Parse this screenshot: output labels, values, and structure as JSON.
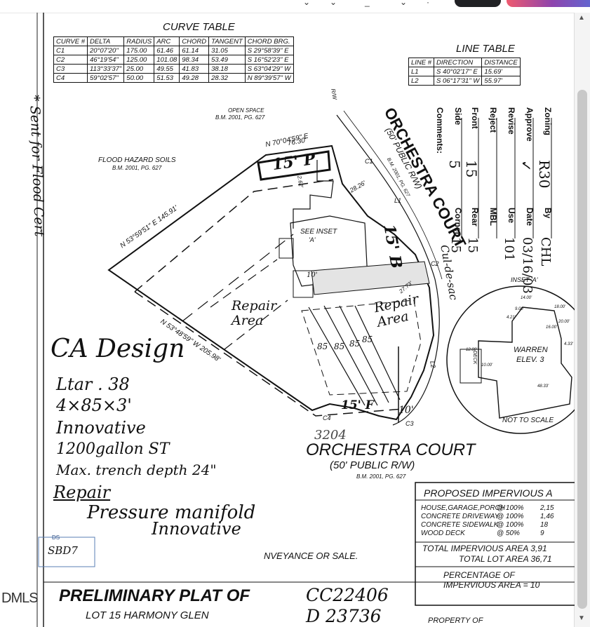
{
  "curve_table": {
    "title": "CURVE TABLE",
    "headers": [
      "CURVE #",
      "DELTA",
      "RADIUS",
      "ARC",
      "CHORD",
      "TANGENT",
      "CHORD BRG."
    ],
    "rows": [
      [
        "C1",
        "20°07'20\"",
        "175.00",
        "61.46",
        "61.14",
        "31.05",
        "S 29°58'39\" E"
      ],
      [
        "C2",
        "46°19'54\"",
        "125.00",
        "101.08",
        "98.34",
        "53.49",
        "S 16°52'23\" E"
      ],
      [
        "C3",
        "113°33'37\"",
        "25.00",
        "49.55",
        "41.83",
        "38.18",
        "S 63°04'29\" W"
      ],
      [
        "C4",
        "59°02'57\"",
        "50.00",
        "51.53",
        "49.28",
        "28.32",
        "N 89°39'57\" W"
      ]
    ]
  },
  "line_table": {
    "title": "LINE TABLE",
    "headers": [
      "LINE #",
      "DIRECTION",
      "DISTANCE"
    ],
    "rows": [
      [
        "L1",
        "S 40°02'17\" E",
        "15.69'"
      ],
      [
        "L2",
        "S 06°17'31\" W",
        "55.97'"
      ]
    ]
  },
  "stamp": {
    "rows": [
      {
        "label": "Zoning",
        "value": "R30"
      },
      {
        "label": "Approve",
        "value": "✓"
      },
      {
        "label": "Revise",
        "value": ""
      },
      {
        "label": "Reject",
        "value": ""
      },
      {
        "label": "Front",
        "value": "15"
      },
      {
        "label": "Side",
        "value": "5"
      },
      {
        "label": "Comments:",
        "value": ""
      }
    ],
    "right_rows": [
      {
        "label": "By",
        "value": "CHL"
      },
      {
        "label": "Date",
        "value": "03/16/03"
      },
      {
        "label": "Use",
        "value": "101"
      },
      {
        "label": "MBL",
        "value": ""
      },
      {
        "label": "Rear",
        "value": "15"
      },
      {
        "label": "Corner",
        "value": "15"
      }
    ]
  },
  "plat_labels": {
    "open_space": "OPEN SPACE",
    "open_space_ref": "B.M. 2001, PG. 627",
    "flood_soils": "FLOOD HAZARD SOILS",
    "flood_soils_ref": "B.M. 2001, PG. 627",
    "north_bearing": "N 70°04'59\" E",
    "north_distance": "76.30'",
    "west_bearing": "N 53°59'51\" E 145.91'",
    "south_bearing": "N 53°48'59\" W 205.98'",
    "rw": "R/W",
    "street_vertical": "ORCHESTRA COURT",
    "street_vertical_sub": "(50' PUBLIC R/W)",
    "street_vertical_ref": "B.M. 2001, PG. 627",
    "see_inset": "SEE INSET",
    "inset_letter": "'A'",
    "dim_262": "2.62'",
    "dim_2826": "28.26'",
    "dim_2773": "27.73'",
    "label_c1": "C1",
    "label_c2": "C2",
    "label_c3": "C3",
    "label_c4": "C4",
    "label_l1": "L1",
    "label_l2": "L2",
    "street_main": "ORCHESTRA COURT",
    "street_main_sub": "(50' PUBLIC R/W)",
    "street_main_ref": "B.M. 2001, PG. 627",
    "house_number": "3204",
    "vertical_note": "* Sent for Flood Cert"
  },
  "handwriting": {
    "fifteen_p": "15' P",
    "fifteen_b": "15' B",
    "fifteen_f": "15' F",
    "ten_a": "10'",
    "ten_b": "10'",
    "repair_left": "Repair Area",
    "repair_right": "Repair Area",
    "trench_labels": [
      "85",
      "85",
      "85",
      "85"
    ],
    "cul_de_sac": "Cul-de-sac",
    "ca_design": "CA Design",
    "ltar": "Ltar . 38",
    "trench_spec": "4×85×3'",
    "innovative": "Innovative",
    "tank": "1200gallon ST",
    "max_trench": "Max. trench depth 24\"",
    "repair_title": "Repair",
    "pressure": "Pressure manifold",
    "innovative2": "Innovative",
    "ds": "DS",
    "initials": "SBD7",
    "plat_number": "CC22406",
    "plat_number2": "D 23736"
  },
  "inset": {
    "title": "INSET 'A'",
    "house_name": "WARREN",
    "elev": "ELEV. 3",
    "deck": "DECK",
    "scale": "NOT TO SCALE",
    "dims": [
      "14.00'",
      "9.00'",
      "4.21'",
      "18.00'",
      "20.00'",
      "12.00'",
      "10.00'",
      "4.33'",
      "48.33'",
      "16.00'"
    ]
  },
  "impervious": {
    "title": "PROPOSED IMPERVIOUS A",
    "rows": [
      {
        "item": "HOUSE,GARAGE,PORCH",
        "pct": "@ 100%",
        "val": "2,15"
      },
      {
        "item": "CONCRETE DRIVEWAY",
        "pct": "@ 100%",
        "val": "1,46"
      },
      {
        "item": "CONCRETE SIDEWALK",
        "pct": "@ 100%",
        "val": "18"
      },
      {
        "item": "WOOD DECK",
        "pct": "@ 50%",
        "val": "9"
      }
    ],
    "total_impervious": "TOTAL IMPERVIOUS AREA 3,91",
    "total_lot": "TOTAL LOT AREA 36,71",
    "pct_line1": "PERCENTAGE OF",
    "pct_line2": "IMPERVIOUS AREA  =  10"
  },
  "conveyance": "NVEYANCE OR SALE.",
  "title_block": {
    "title": "PRELIMINARY PLAT OF",
    "lot": "LOT 15 HARMONY GLEN",
    "property": "PROPERTY OF"
  },
  "watermark": "DMLS"
}
